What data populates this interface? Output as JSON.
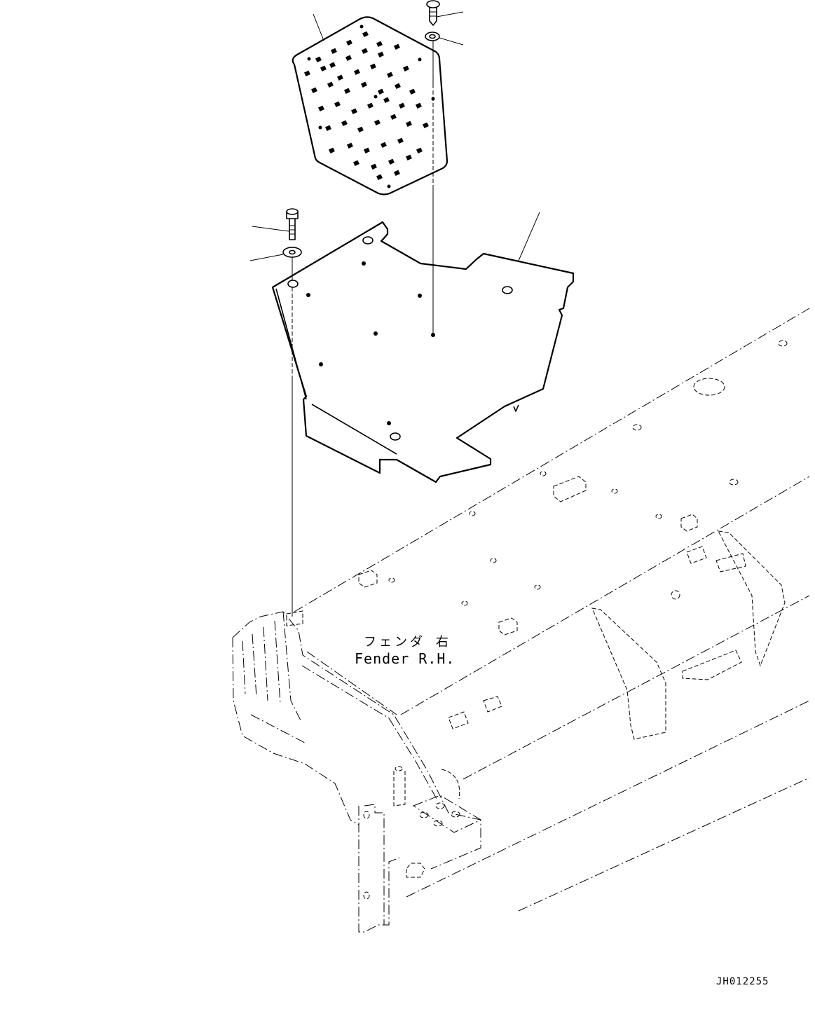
{
  "diagram": {
    "type": "exploded-parts-view",
    "components": [
      {
        "id": "step-plate",
        "description": "Perforated anti-slip step plate"
      },
      {
        "id": "screw-top",
        "description": "Screw for step plate"
      },
      {
        "id": "washer-top",
        "description": "Washer for step plate"
      },
      {
        "id": "fender-cover",
        "description": "Fender cover plate"
      },
      {
        "id": "bolt-left",
        "description": "Bolt for fender cover"
      },
      {
        "id": "washer-left",
        "description": "Washer for fender cover"
      },
      {
        "id": "fender-frame",
        "description": "Fender R.H. frame (phantom lines)"
      }
    ],
    "callout_count": 6
  },
  "labels": {
    "fender_jp": "フェンダ 右",
    "fender_en": "Fender R.H."
  },
  "drawing_number": "JH012255"
}
